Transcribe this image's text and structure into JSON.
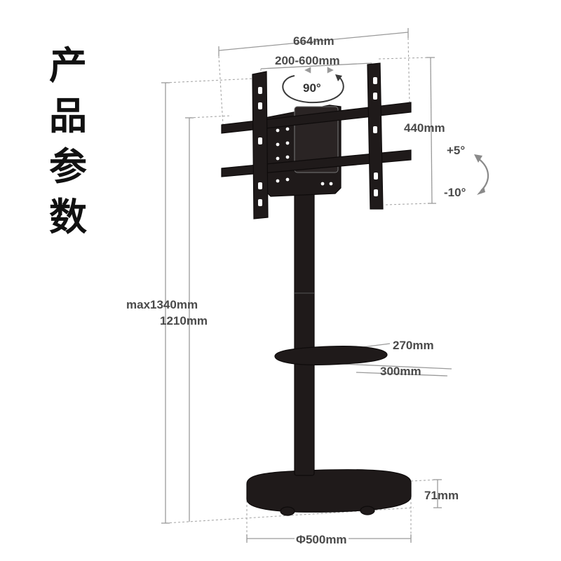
{
  "title": [
    "产",
    "品",
    "参",
    "数"
  ],
  "dimensions": {
    "mount_width": "664mm",
    "vesa_range": "200-600mm",
    "rotation": "90°",
    "mount_height": "440mm",
    "tilt_up": "+5°",
    "tilt_down": "-10°",
    "height_max": "max1340mm",
    "height_min": "1210mm",
    "shelf_depth": "270mm",
    "shelf_width": "300mm",
    "base_height": "71mm",
    "base_diameter": "Φ500mm"
  },
  "colors": {
    "product": "#1f1a1a",
    "dimension_line": "#9a9a9a",
    "label": "#4a4a4a",
    "title": "#111111"
  }
}
